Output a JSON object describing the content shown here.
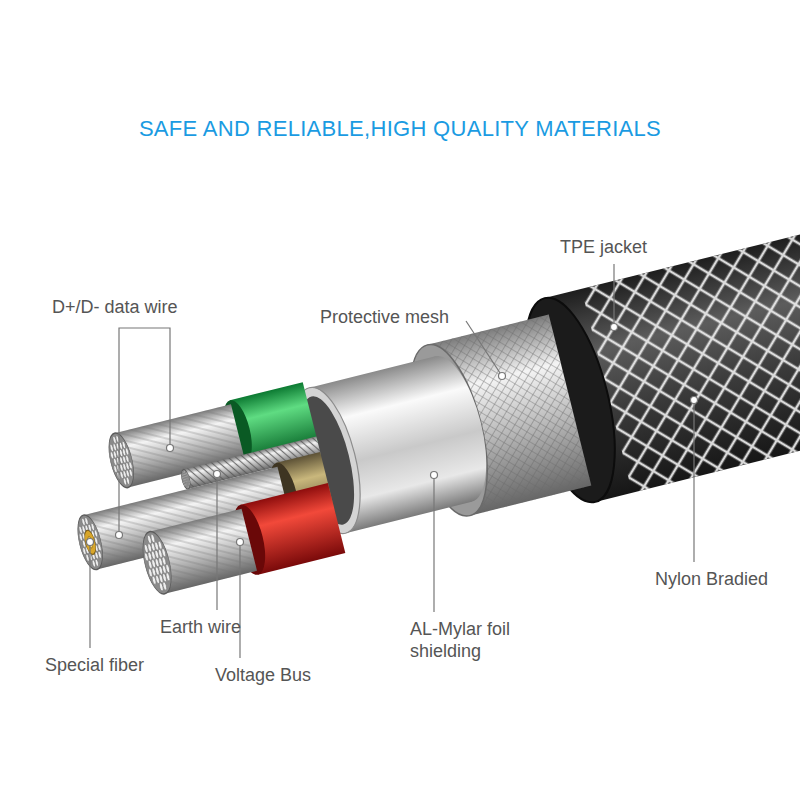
{
  "diagram": {
    "title": "SAFE AND RELIABLE,HIGH QUALITY MATERIALS",
    "labels": [
      "TPE jacket",
      "D+/D- data wire",
      "Protective mesh",
      "Nylon Bradied",
      "Earth wire",
      "AL-Mylar foil shielding",
      "Special fiber",
      "Voltage Bus"
    ]
  }
}
